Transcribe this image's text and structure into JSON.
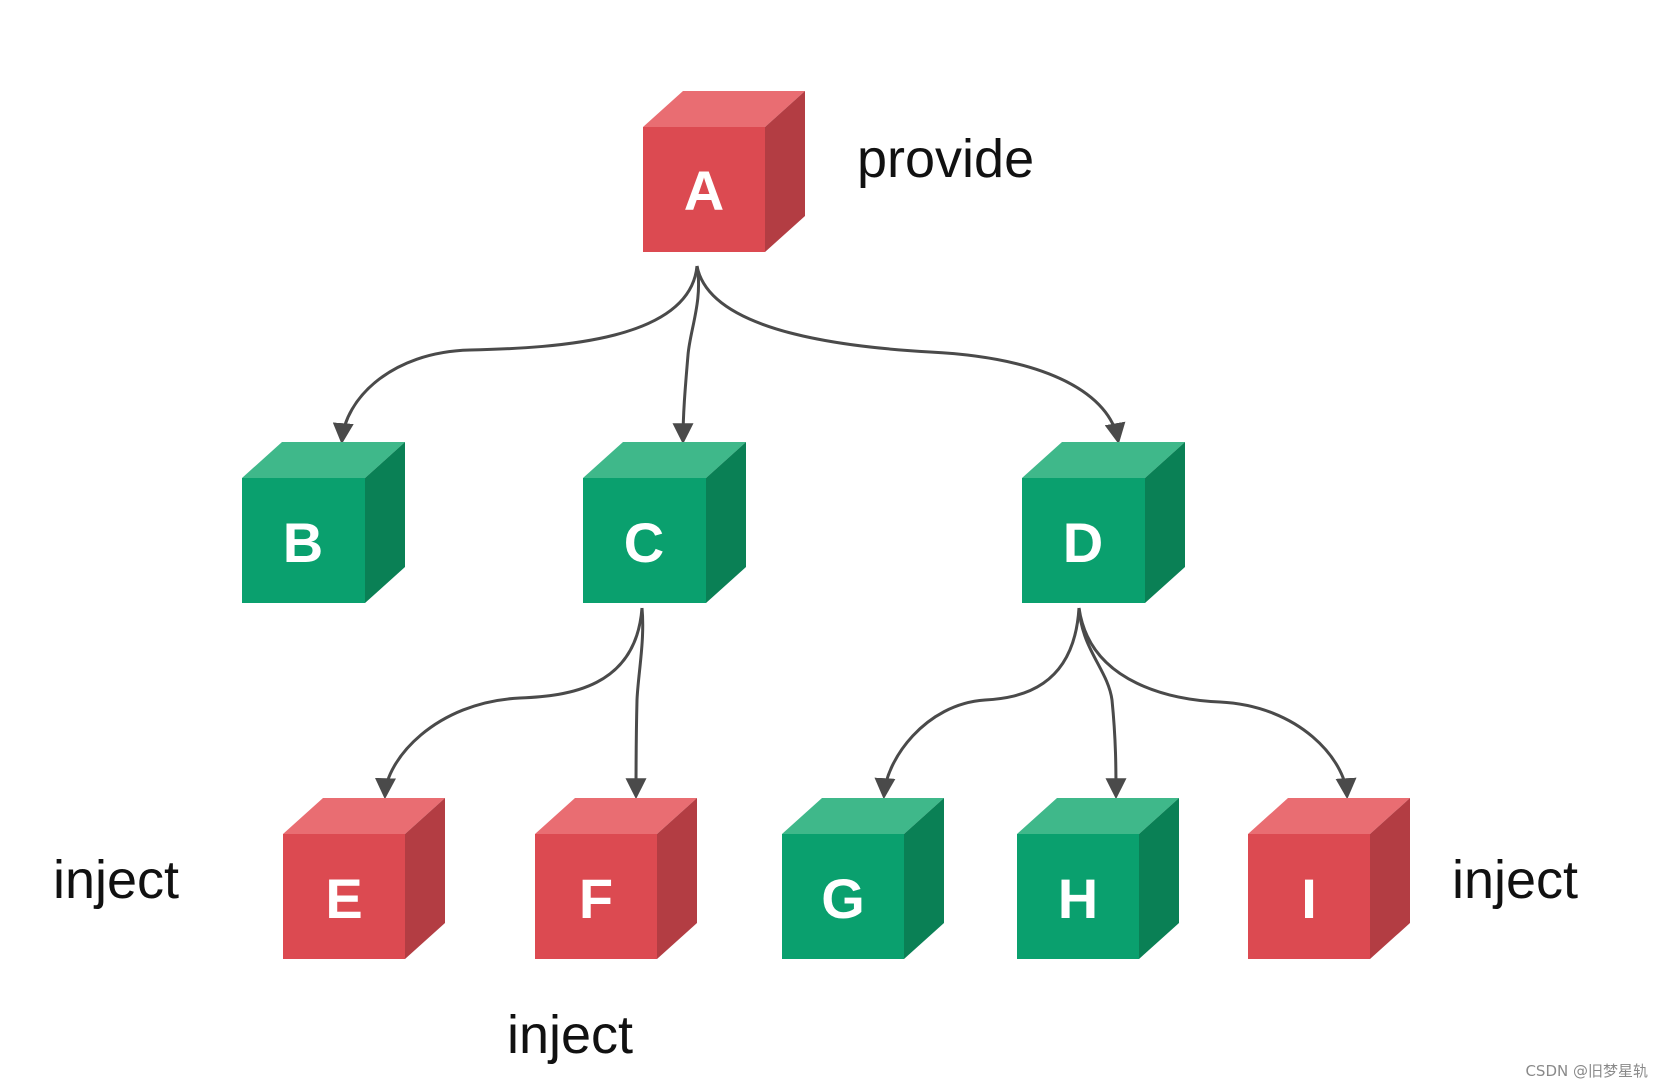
{
  "colors": {
    "red_front": "#dc4a51",
    "red_top": "#e96d72",
    "red_side": "#b33d43",
    "green_front": "#0aa06e",
    "green_top": "#3fb88a",
    "green_side": "#0a8055",
    "edge": "#4a4a4a"
  },
  "nodes": [
    {
      "id": "A",
      "label": "A",
      "color": "red"
    },
    {
      "id": "B",
      "label": "B",
      "color": "green"
    },
    {
      "id": "C",
      "label": "C",
      "color": "green"
    },
    {
      "id": "D",
      "label": "D",
      "color": "green"
    },
    {
      "id": "E",
      "label": "E",
      "color": "red"
    },
    {
      "id": "F",
      "label": "F",
      "color": "red"
    },
    {
      "id": "G",
      "label": "G",
      "color": "green"
    },
    {
      "id": "H",
      "label": "H",
      "color": "green"
    },
    {
      "id": "I",
      "label": "I",
      "color": "red"
    }
  ],
  "edges": [
    {
      "from": "A",
      "to": "B"
    },
    {
      "from": "A",
      "to": "C"
    },
    {
      "from": "A",
      "to": "D"
    },
    {
      "from": "C",
      "to": "E"
    },
    {
      "from": "C",
      "to": "F"
    },
    {
      "from": "D",
      "to": "G"
    },
    {
      "from": "D",
      "to": "H"
    },
    {
      "from": "D",
      "to": "I"
    }
  ],
  "annotations": {
    "A": "provide",
    "E": "inject",
    "F": "inject",
    "I": "inject"
  },
  "watermark": "CSDN @旧梦星轨"
}
